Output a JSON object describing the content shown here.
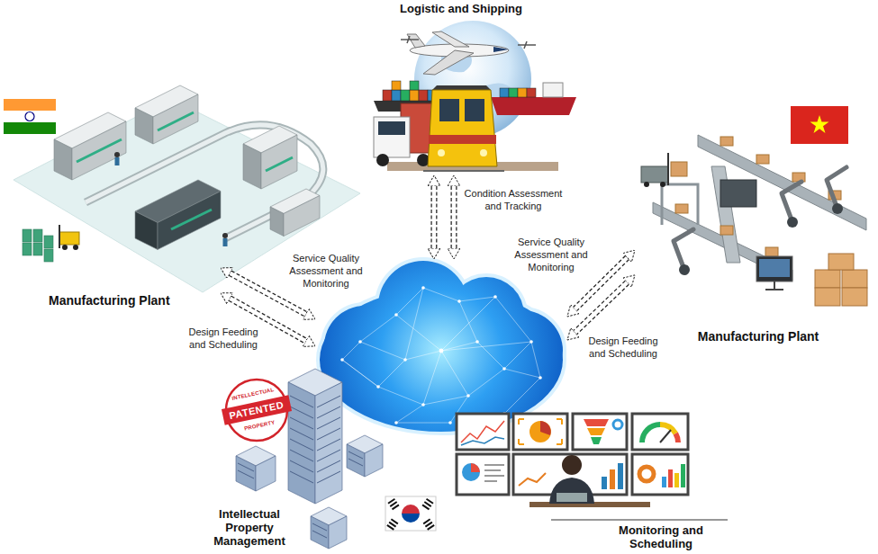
{
  "diagram": {
    "nodes": [
      {
        "text": [
          "Logistic and Shipping"
        ]
      },
      {
        "text": [
          "Manufacturing Plant"
        ]
      },
      {
        "text": [
          "Manufacturing Plant"
        ]
      },
      {
        "text": []
      },
      {
        "text": [
          "Intellectual Property Management"
        ]
      },
      {
        "text": [
          "Monitoring and Scheduling"
        ]
      }
    ],
    "edges": [
      {
        "from": 1,
        "to": 3,
        "label": "Service Quality Assessment and Monitoring",
        "arrow": "both"
      },
      {
        "from": 1,
        "to": 3,
        "label": "Design Feeding and Scheduling",
        "arrow": "both"
      },
      {
        "from": 0,
        "to": 3,
        "label": "Condition Assessment and Tracking",
        "arrow": "both"
      },
      {
        "from": 0,
        "to": 3,
        "arrow": "both"
      },
      {
        "from": 2,
        "to": 3,
        "label": "Service Quality Assessment and Monitoring",
        "arrow": "both"
      },
      {
        "from": 2,
        "to": 3,
        "label": "Design Feeding and Scheduling",
        "arrow": "both"
      }
    ],
    "labels": [
      "INTELLECTUAL",
      "PATENTED",
      "PROPERTY"
    ]
  }
}
